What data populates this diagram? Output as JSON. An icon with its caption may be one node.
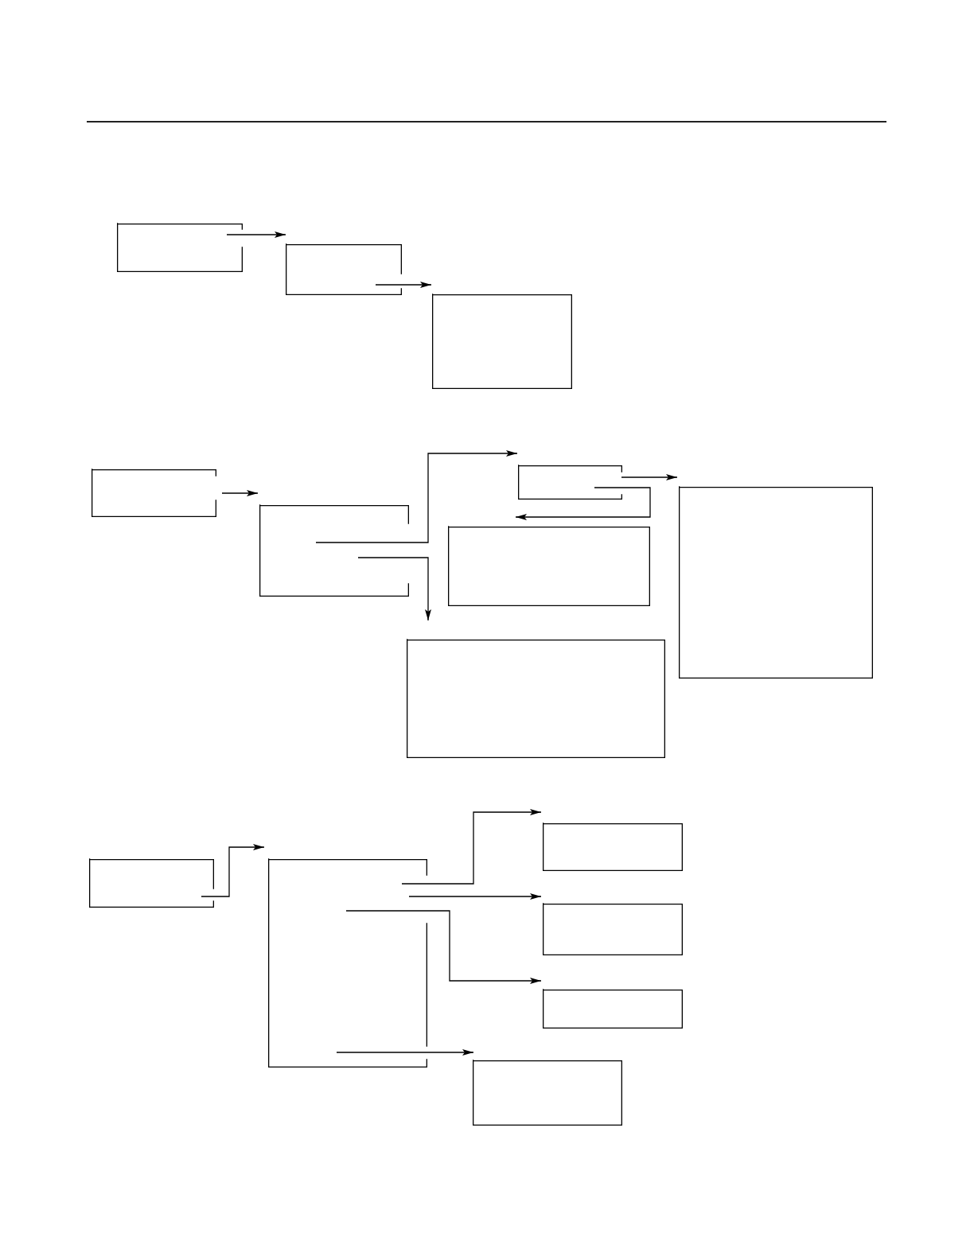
{
  "diagram": {
    "nodes": [
      {
        "text": [],
        "shape": "box"
      },
      {
        "text": [],
        "shape": "box"
      },
      {
        "text": [],
        "shape": "box"
      },
      {
        "text": [],
        "shape": "box"
      },
      {
        "text": [],
        "shape": "box"
      },
      {
        "text": [],
        "shape": "box"
      },
      {
        "text": [],
        "shape": "box"
      },
      {
        "text": [],
        "shape": "box"
      },
      {
        "text": [],
        "shape": "box"
      },
      {
        "text": [],
        "shape": "box"
      },
      {
        "text": [],
        "shape": "box"
      },
      {
        "text": [],
        "shape": "box"
      },
      {
        "text": [],
        "shape": "box"
      },
      {
        "text": [],
        "shape": "box"
      },
      {
        "text": [],
        "shape": "box"
      }
    ],
    "edges": [
      {
        "from": 0,
        "to": 1,
        "arrow": "to"
      },
      {
        "from": 1,
        "to": 2,
        "arrow": "to"
      },
      {
        "from": 3,
        "to": 4,
        "arrow": "to"
      },
      {
        "from": 4,
        "to": 5,
        "arrow": "to"
      },
      {
        "from": 4,
        "to": 8,
        "arrow": "to"
      },
      {
        "from": 5,
        "to": 7,
        "arrow": "to"
      },
      {
        "from": 5,
        "to": 6,
        "arrow": "to"
      },
      {
        "from": 9,
        "to": 10,
        "arrow": "to"
      },
      {
        "from": 10,
        "to": 11,
        "arrow": "to"
      },
      {
        "from": 10,
        "to": 12,
        "arrow": "to"
      },
      {
        "from": 10,
        "to": 13,
        "arrow": "to"
      },
      {
        "from": 10,
        "to": 14,
        "arrow": "to"
      }
    ]
  }
}
